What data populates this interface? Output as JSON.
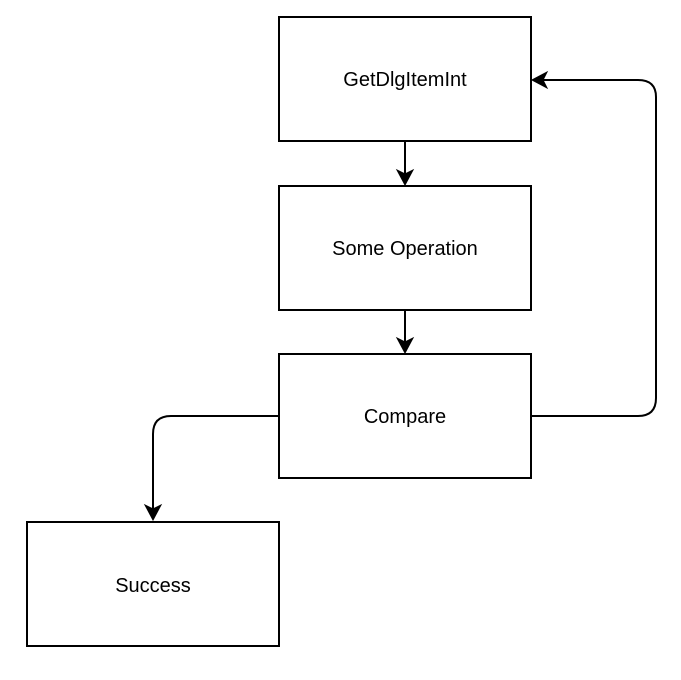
{
  "diagram": {
    "type": "flowchart",
    "nodes": [
      {
        "id": "getdlgitemint",
        "label": "GetDlgItemInt"
      },
      {
        "id": "some-operation",
        "label": "Some Operation"
      },
      {
        "id": "compare",
        "label": "Compare"
      },
      {
        "id": "success",
        "label": "Success"
      }
    ],
    "edges": [
      {
        "from": "getdlgitemint",
        "to": "some-operation"
      },
      {
        "from": "some-operation",
        "to": "compare"
      },
      {
        "from": "compare",
        "to": "getdlgitemint"
      },
      {
        "from": "compare",
        "to": "success"
      }
    ]
  }
}
